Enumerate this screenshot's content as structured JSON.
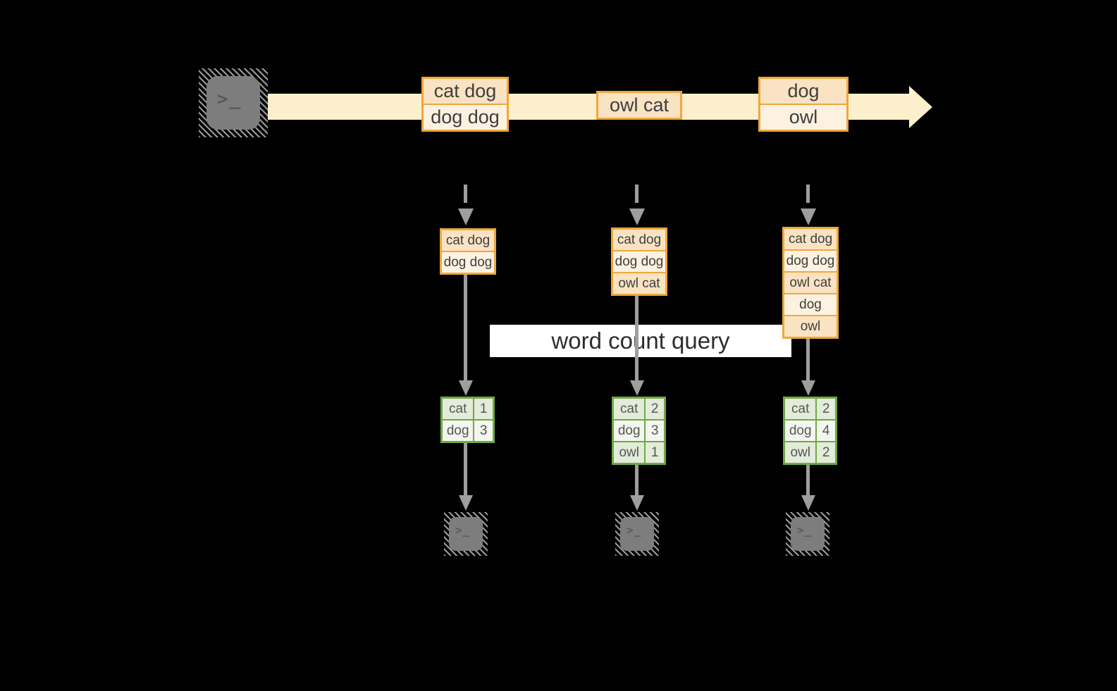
{
  "banner": {
    "label": "word count query"
  },
  "icons": {
    "terminal_glyph": ">_"
  },
  "stream": {
    "boxes": [
      {
        "rows": [
          "cat dog",
          "dog dog"
        ]
      },
      {
        "rows": [
          "owl cat"
        ]
      },
      {
        "rows": [
          "dog",
          "owl"
        ]
      }
    ]
  },
  "columns": [
    {
      "stack": [
        "cat dog",
        "dog dog"
      ],
      "counts": [
        {
          "word": "cat",
          "count": "1"
        },
        {
          "word": "dog",
          "count": "3"
        }
      ]
    },
    {
      "stack": [
        "cat dog",
        "dog dog",
        "owl cat"
      ],
      "counts": [
        {
          "word": "cat",
          "count": "2"
        },
        {
          "word": "dog",
          "count": "3"
        },
        {
          "word": "owl",
          "count": "1"
        }
      ]
    },
    {
      "stack": [
        "cat dog",
        "dog dog",
        "owl cat",
        "dog",
        "owl"
      ],
      "counts": [
        {
          "word": "cat",
          "count": "2"
        },
        {
          "word": "dog",
          "count": "4"
        },
        {
          "word": "owl",
          "count": "2"
        }
      ]
    }
  ],
  "colors": {
    "background": "#000000",
    "stream_band": "#FCF0CC",
    "record_border": "#F0A73A",
    "record_fill_dark": "#FAE3C3",
    "record_fill_light": "#FDF2E1",
    "table_border": "#70A845",
    "table_fill_dark": "#E3ECDA",
    "table_fill_light": "#F3F6EE",
    "connector_gray": "#9E9E9E",
    "terminal_gray": "#7D7D7D",
    "banner_bg": "#FFFFFF"
  }
}
